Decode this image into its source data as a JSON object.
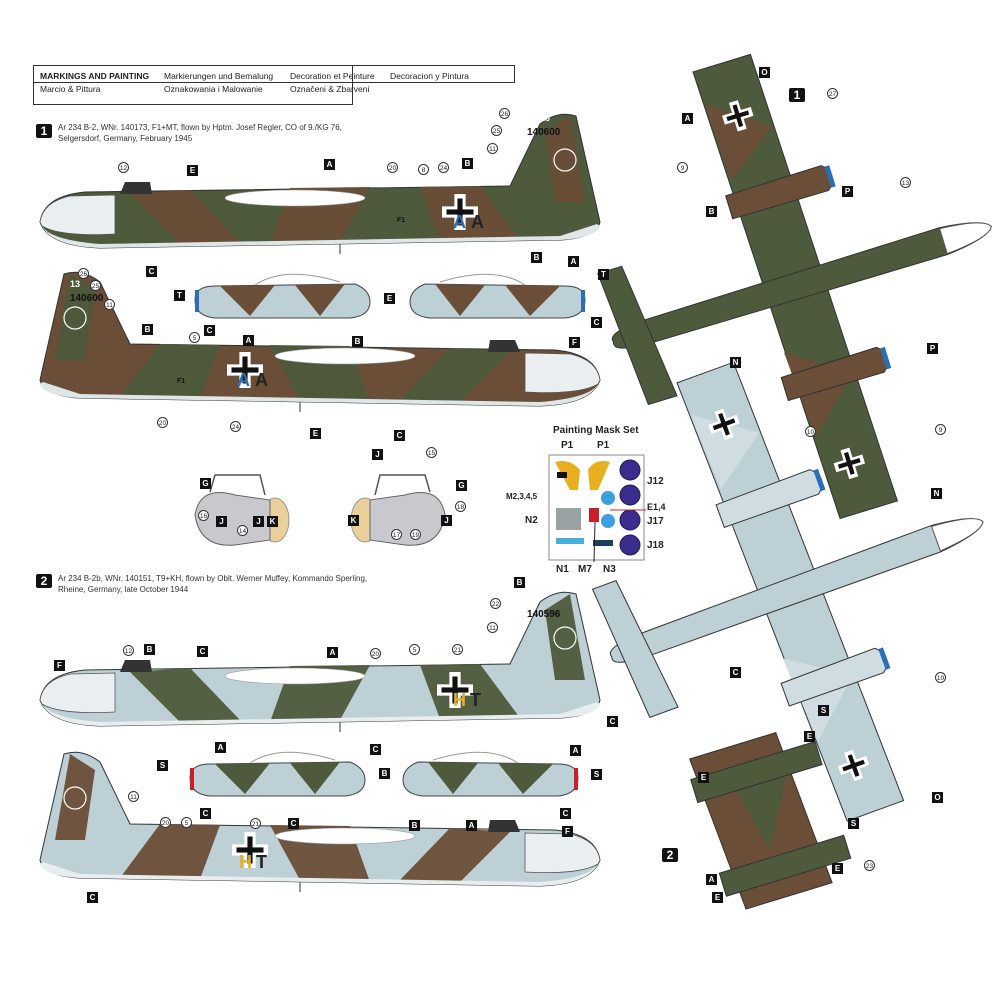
{
  "header": {
    "title": "MARKINGS AND PAINTING",
    "translations": [
      "Markierungen und Bemalung",
      "Decoration et Peinture",
      "Decoracion y Pintura",
      "Marcio & Pittura",
      "Oznakowania i Malowanie",
      "Označeni & Zbarveni"
    ]
  },
  "schemes": [
    {
      "number": "1",
      "line1": "Ar 234 B-2, WNr. 140173, F1+MT, flown by Hptm. Josef Regler, CO of 9./KG 76,",
      "line2": "Selgersdorf, Germany, February 1945",
      "tail_code": "13",
      "werknummer": "140600",
      "fuselage_code": "F1",
      "letters": [
        "A",
        "A"
      ]
    },
    {
      "number": "2",
      "line1": "Ar 234 B-2b, WNr. 140151, T9+KH, flown by Oblt. Werner Muffey, Kommando Sperling,",
      "line2": "Rheine, Germany, late October 1944",
      "werknummer": "140596",
      "letters": [
        "H",
        "T"
      ]
    }
  ],
  "mask_set": {
    "title": "Painting Mask Set",
    "labels": [
      "P1",
      "P1",
      "J12",
      "M2,3,4,5",
      "E1,4",
      "N2",
      "J17",
      "J18",
      "N1",
      "M7",
      "N3"
    ]
  },
  "colors": {
    "green": "#4d5a3c",
    "brown": "#6a4e37",
    "light_blue": "#bdd0d6",
    "marking_blue": "#2a6fb5",
    "marking_yellow": "#e8b020",
    "red": "#c8202a"
  },
  "callouts": {
    "squares": [
      "A",
      "B",
      "E",
      "C",
      "B",
      "A",
      "F",
      "E",
      "C",
      "T",
      "C",
      "B",
      "E",
      "B",
      "A",
      "T",
      "C",
      "G",
      "J",
      "J",
      "K",
      "J",
      "G",
      "K",
      "J",
      "O",
      "A",
      "B",
      "P",
      "P",
      "N",
      "N",
      "C",
      "O",
      "B",
      "F",
      "B",
      "C",
      "A",
      "C",
      "A",
      "S",
      "C",
      "C",
      "B",
      "A",
      "S",
      "C",
      "C",
      "B",
      "A",
      "F",
      "C",
      "S",
      "E",
      "E",
      "S",
      "E",
      "A",
      "E"
    ],
    "circles": [
      "26",
      "25",
      "11",
      "12",
      "20",
      "8",
      "24",
      "26",
      "25",
      "11",
      "5",
      "20",
      "24",
      "16",
      "14",
      "15",
      "18",
      "17",
      "19",
      "9",
      "13",
      "9",
      "27",
      "10",
      "10",
      "22",
      "11",
      "12",
      "20",
      "5",
      "21",
      "11",
      "20",
      "5",
      "21",
      "23"
    ]
  }
}
